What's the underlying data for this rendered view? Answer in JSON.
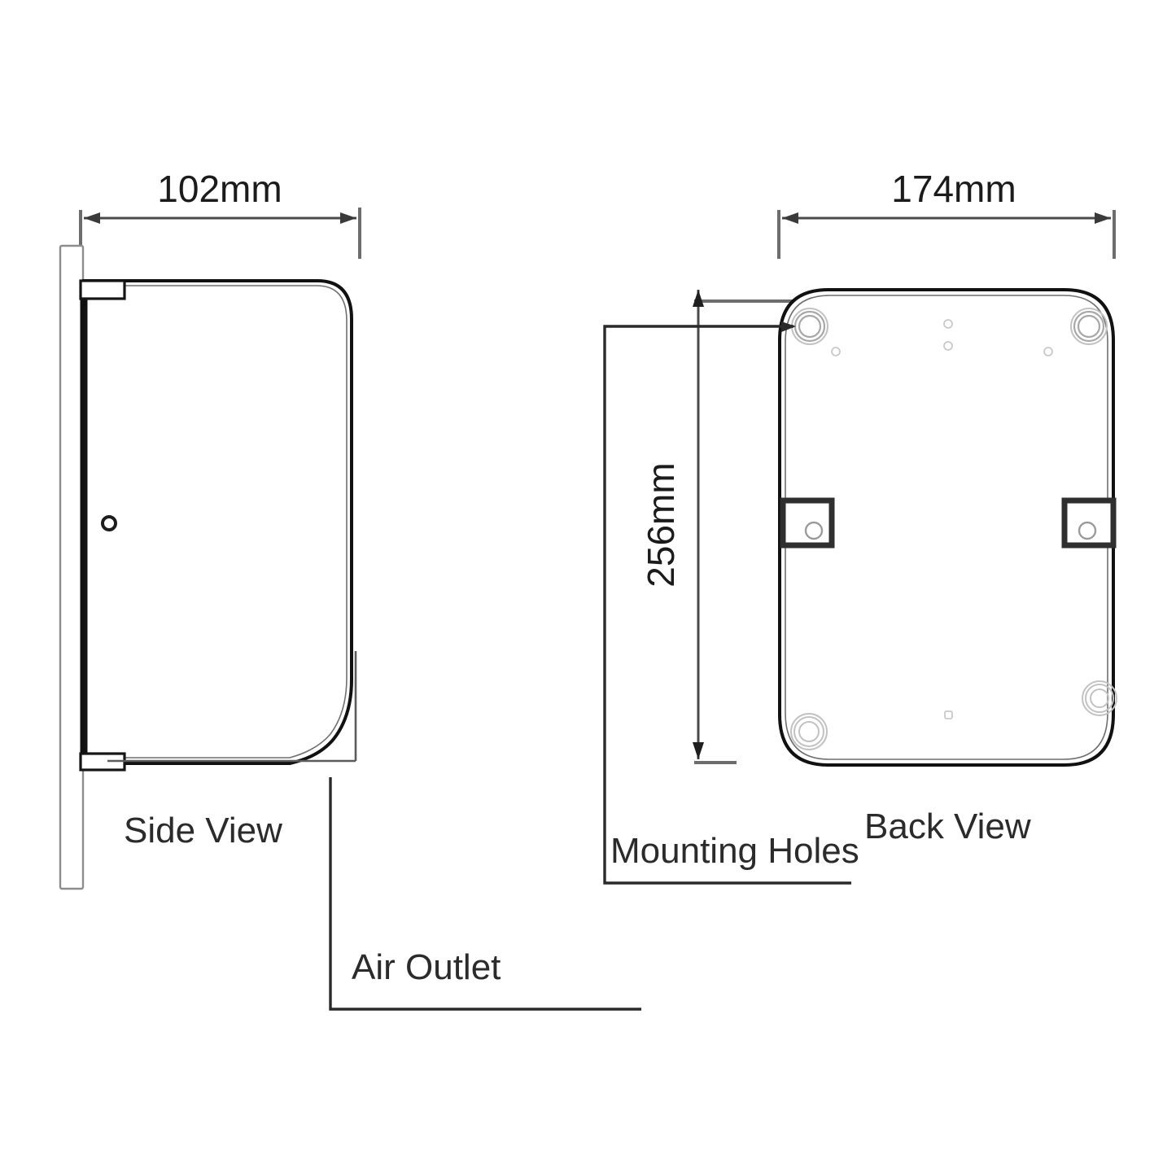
{
  "drawing": {
    "title": "Wall-mounted unit dimensional drawing",
    "units": "mm",
    "background_color": "#ffffff",
    "line_color": "#111111"
  },
  "dimensions": {
    "side_width": "102mm",
    "back_width": "174mm",
    "back_height": "256mm"
  },
  "labels": {
    "side_view": "Side View",
    "back_view": "Back View",
    "air_outlet": "Air Outlet",
    "mounting_holes": "Mounting Holes"
  },
  "views": [
    {
      "name": "side-view",
      "caption": "Side View",
      "dimension": "102mm",
      "features": [
        "wall-plate",
        "top-notch",
        "bottom-notch",
        "side-port-hole",
        "air-outlet-corner"
      ]
    },
    {
      "name": "back-view",
      "caption": "Back View",
      "dimension_width": "174mm",
      "dimension_height": "256mm",
      "features": [
        "four-mounting-holes",
        "two-side-tabs",
        "small-vent-dots"
      ]
    }
  ],
  "callouts": [
    {
      "id": "air-outlet",
      "text": "Air Outlet",
      "view": "side-view"
    },
    {
      "id": "mounting-holes",
      "text": "Mounting Holes",
      "view": "back-view"
    }
  ]
}
